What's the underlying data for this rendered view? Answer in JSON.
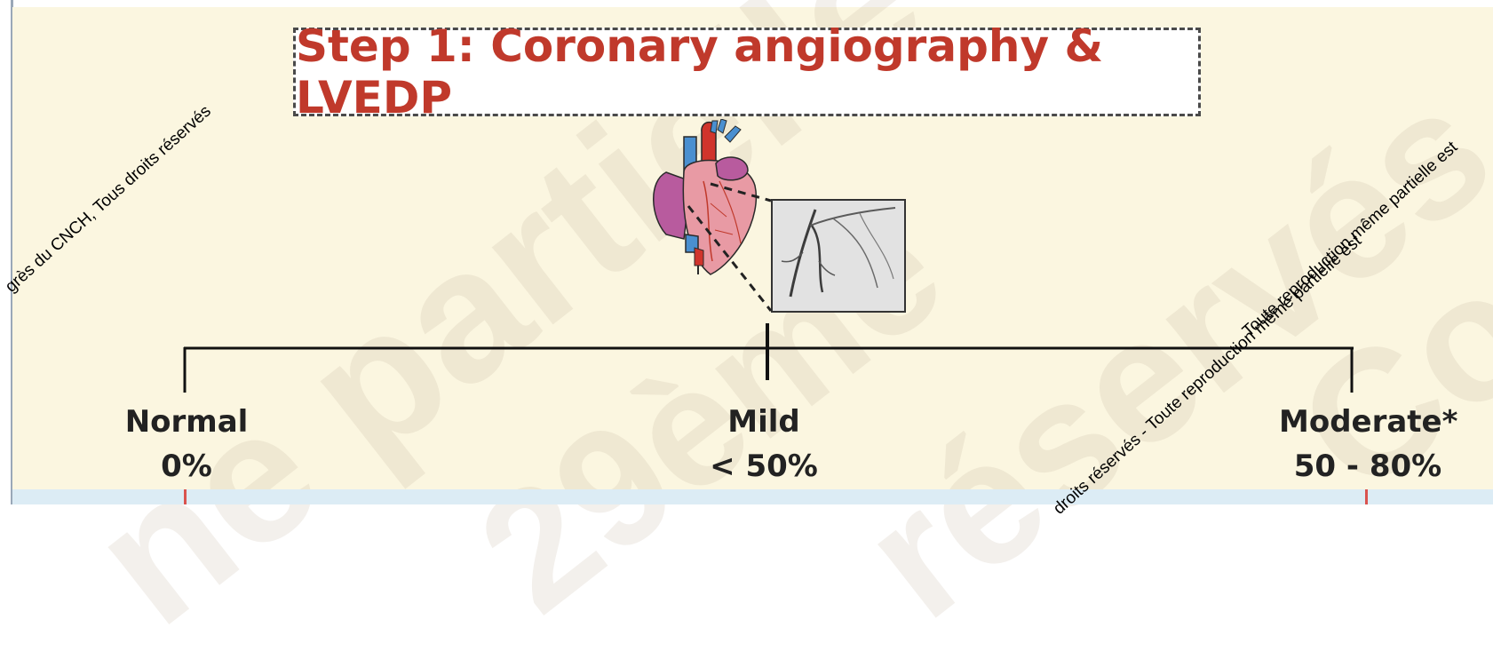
{
  "title": "Step 1: Coronary angiography & LVEDP",
  "categories": [
    {
      "key": "normal",
      "label": "Normal",
      "range": "0%"
    },
    {
      "key": "mild",
      "label": "Mild",
      "range": "< 50%"
    },
    {
      "key": "moderate",
      "label": "Moderate*",
      "range": "50 - 80%"
    }
  ],
  "watermarks": {
    "left": "grès du CNCH, Tous droits réservés",
    "right_top": "Toute reproduction même partielle est",
    "right_bottom": "droits réservés - Toute reproduction même partielle est",
    "big1": "ne partielle",
    "big2": "29ème",
    "big3": "réservés",
    "big4": "Con"
  },
  "colors": {
    "title": "#c0392b",
    "background": "#fbf6e0",
    "band": "#dcecf5",
    "tick": "#d9534f"
  }
}
